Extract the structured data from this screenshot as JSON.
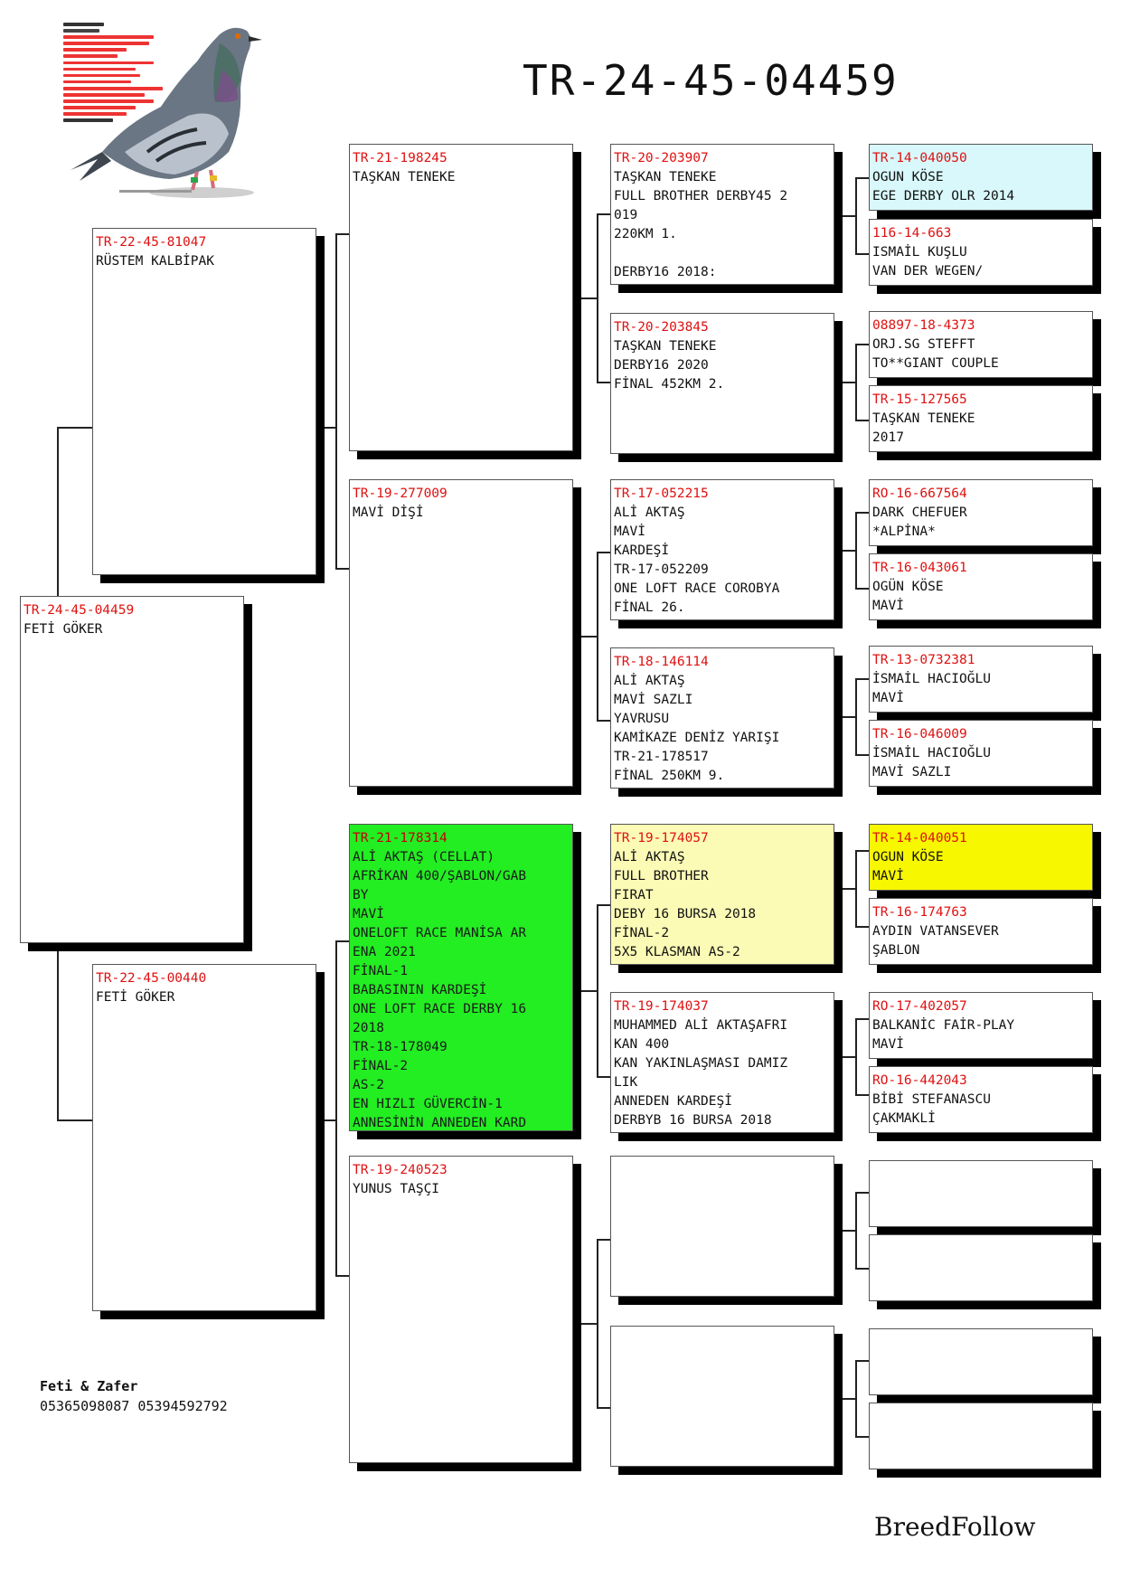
{
  "title": "TR-24-45-04459",
  "subject": {
    "ring": "TR-24-45-04459",
    "lines": [
      "FETİ GÖKER"
    ]
  },
  "sire": {
    "ring": "TR-22-45-81047",
    "lines": [
      "RÜSTEM KALBİPAK"
    ]
  },
  "dam": {
    "ring": "TR-22-45-00440",
    "lines": [
      "FETİ GÖKER"
    ]
  },
  "gen3": [
    {
      "ring": "TR-21-198245",
      "lines": [
        "TAŞKAN TENEKE"
      ]
    },
    {
      "ring": "TR-19-277009",
      "lines": [
        "MAVİ DİŞİ"
      ]
    },
    {
      "ring": "TR-21-178314",
      "lines": [
        "ALİ AKTAŞ  (CELLAT)",
        "AFRİKAN 400/ŞABLON/GAB",
        "BY",
        "MAVİ",
        "ONELOFT RACE MANİSA AR",
        "ENA 2021",
        "FİNAL-1",
        "BABASININ KARDEŞİ",
        "ONE LOFT RACE DERBY 16",
        " 2018",
        "TR-18-178049",
        "FİNAL-2",
        "AS-2",
        "EN HIZLI GÜVERCİN-1",
        "ANNESİNİN ANNEDEN KARD"
      ],
      "color": "#22ee22"
    },
    {
      "ring": "TR-19-240523",
      "lines": [
        "YUNUS TAŞÇI"
      ]
    }
  ],
  "gen4": [
    {
      "ring": "TR-20-203907",
      "lines": [
        "TAŞKAN TENEKE",
        "FULL BROTHER DERBY45 2",
        "019",
        "220KM 1.",
        "",
        "DERBY16 2018:"
      ]
    },
    {
      "ring": "TR-20-203845",
      "lines": [
        "TAŞKAN TENEKE",
        "DERBY16 2020",
        "FİNAL 452KM 2."
      ]
    },
    {
      "ring": "TR-17-052215",
      "lines": [
        "ALİ AKTAŞ",
        "MAVİ",
        "KARDEŞİ",
        "TR-17-052209",
        "ONE LOFT RACE COROBYA",
        "FİNAL 26."
      ]
    },
    {
      "ring": "TR-18-146114",
      "lines": [
        "ALİ AKTAŞ",
        "MAVİ SAZLI",
        "YAVRUSU",
        "KAMİKAZE DENİZ YARIŞI",
        "TR-21-178517",
        "FİNAL 250KM 9."
      ]
    },
    {
      "ring": "TR-19-174057",
      "lines": [
        "ALİ AKTAŞ",
        "FULL BROTHER",
        "FIRAT",
        "DEBY 16 BURSA 2018",
        "FİNAL-2",
        "5X5 KLASMAN AS-2"
      ],
      "color": "#fbfbb6"
    },
    {
      "ring": "TR-19-174037",
      "lines": [
        "MUHAMMED ALİ AKTAŞAFRI",
        "KAN 400",
        "KAN YAKINLAŞMASI DAMIZ",
        "LIK",
        "ANNEDEN KARDEŞİ",
        "DERBYB 16 BURSA 2018"
      ]
    },
    {
      "ring": "",
      "lines": []
    },
    {
      "ring": "",
      "lines": []
    }
  ],
  "gen5": [
    {
      "ring": "TR-14-040050",
      "lines": [
        "OGUN KÖSE",
        "EGE DERBY  OLR 2014"
      ],
      "color": "#d8f8fb"
    },
    {
      "ring": "116-14-663",
      "lines": [
        "ISMAİL KUŞLU",
        "VAN DER WEGEN/"
      ]
    },
    {
      "ring": "08897-18-4373",
      "lines": [
        "ORJ.SG STEFFT",
        "TO**GIANT COUPLE"
      ]
    },
    {
      "ring": "TR-15-127565",
      "lines": [
        "TAŞKAN TENEKE",
        "2017"
      ]
    },
    {
      "ring": "RO-16-667564",
      "lines": [
        "DARK CHEFUER",
        "*ALPİNA*"
      ]
    },
    {
      "ring": "TR-16-043061",
      "lines": [
        "OGÜN KÖSE",
        "MAVİ"
      ]
    },
    {
      "ring": "TR-13-0732381",
      "lines": [
        "İSMAİL HACIOĞLU",
        "MAVİ"
      ]
    },
    {
      "ring": "TR-16-046009",
      "lines": [
        "İSMAİL HACIOĞLU",
        "MAVİ SAZLI"
      ]
    },
    {
      "ring": "TR-14-040051",
      "lines": [
        "OGUN KÖSE",
        "MAVİ"
      ],
      "color": "#f7f700"
    },
    {
      "ring": "TR-16-174763",
      "lines": [
        "AYDIN VATANSEVER",
        "ŞABLON"
      ]
    },
    {
      "ring": "RO-17-402057",
      "lines": [
        "BALKANİC FAİR-PLAY",
        "MAVİ"
      ]
    },
    {
      "ring": "RO-16-442043",
      "lines": [
        "BİBİ STEFANASCU",
        "ÇAKMAKLİ"
      ]
    },
    {
      "ring": "",
      "lines": []
    },
    {
      "ring": "",
      "lines": []
    },
    {
      "ring": "",
      "lines": []
    },
    {
      "ring": "",
      "lines": []
    }
  ],
  "owner": {
    "name": "Feti & Zafer",
    "phone": "05365098087 05394592792"
  },
  "brand": "BreedFollow"
}
